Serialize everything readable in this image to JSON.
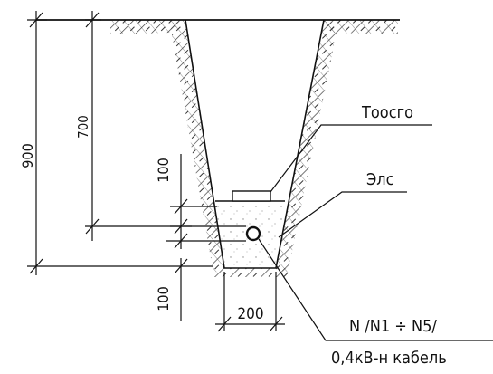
{
  "dimensions": {
    "total_depth": "900",
    "cable_depth": "700",
    "brick_offset": "100",
    "bottom_layer": "100",
    "bottom_width": "200"
  },
  "labels": {
    "brick": "Тоосго",
    "sand": "Элс",
    "cable_line1": "N /N1 ÷ N5/",
    "cable_line2": "0,4кВ-н кабель"
  }
}
